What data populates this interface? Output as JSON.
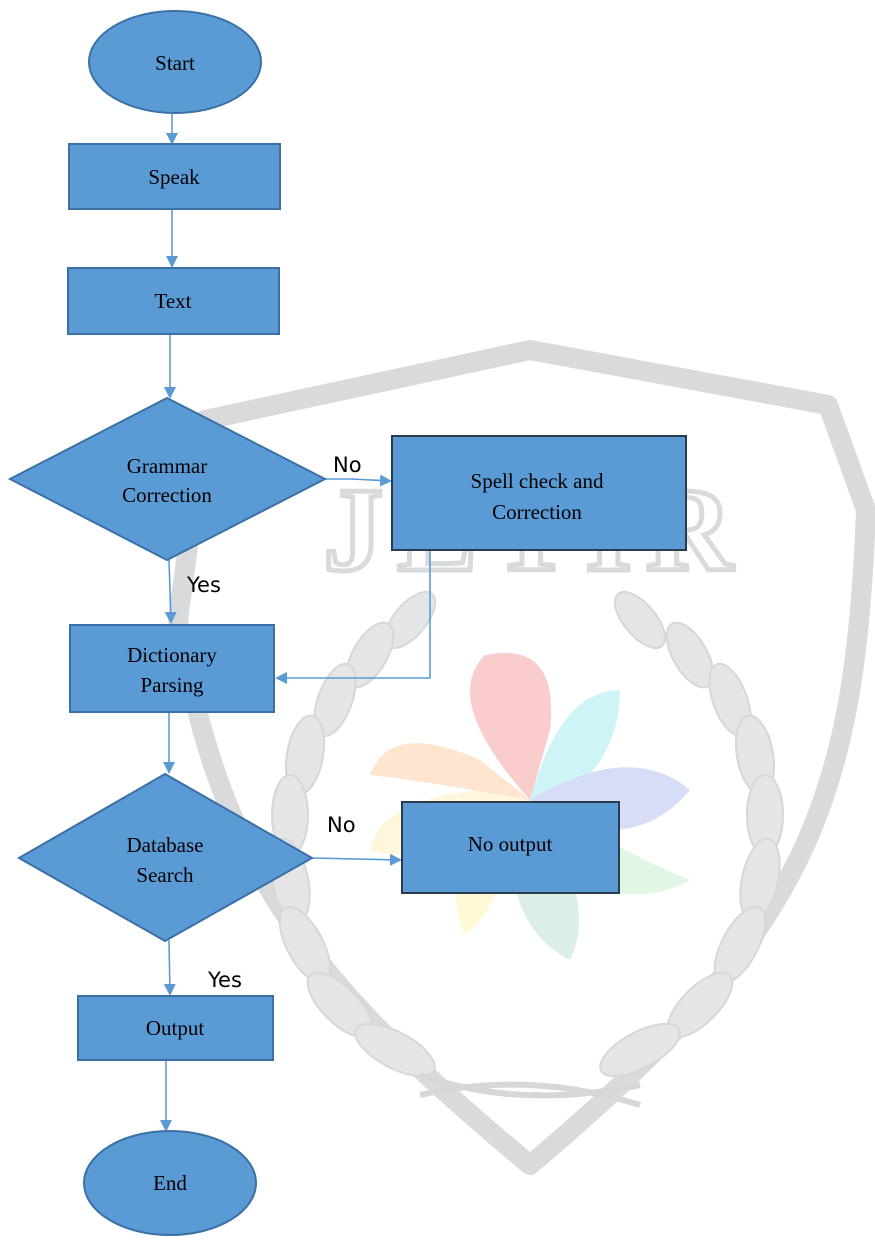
{
  "colors": {
    "node_fill": "#5b9bd5",
    "node_stroke": "#3a70a6",
    "arrow": "#5b9bd5",
    "watermark": "#d9dadb"
  },
  "watermark": {
    "text": "JETIR"
  },
  "nodes": {
    "start": {
      "line1": "Start"
    },
    "speak": {
      "line1": "Speak"
    },
    "text": {
      "line1": "Text"
    },
    "grammar": {
      "line1": "Grammar",
      "line2": "Correction"
    },
    "spell": {
      "line1": "Spell check and",
      "line2": "Correction"
    },
    "dictionary": {
      "line1": "Dictionary",
      "line2": "Parsing"
    },
    "database": {
      "line1": "Database",
      "line2": "Search"
    },
    "no_output": {
      "line1": "No output"
    },
    "output": {
      "line1": "Output"
    },
    "end": {
      "line1": "End"
    }
  },
  "edge_labels": {
    "grammar_no": "No",
    "grammar_yes": "Yes",
    "database_no": "No",
    "database_yes": "Yes"
  }
}
